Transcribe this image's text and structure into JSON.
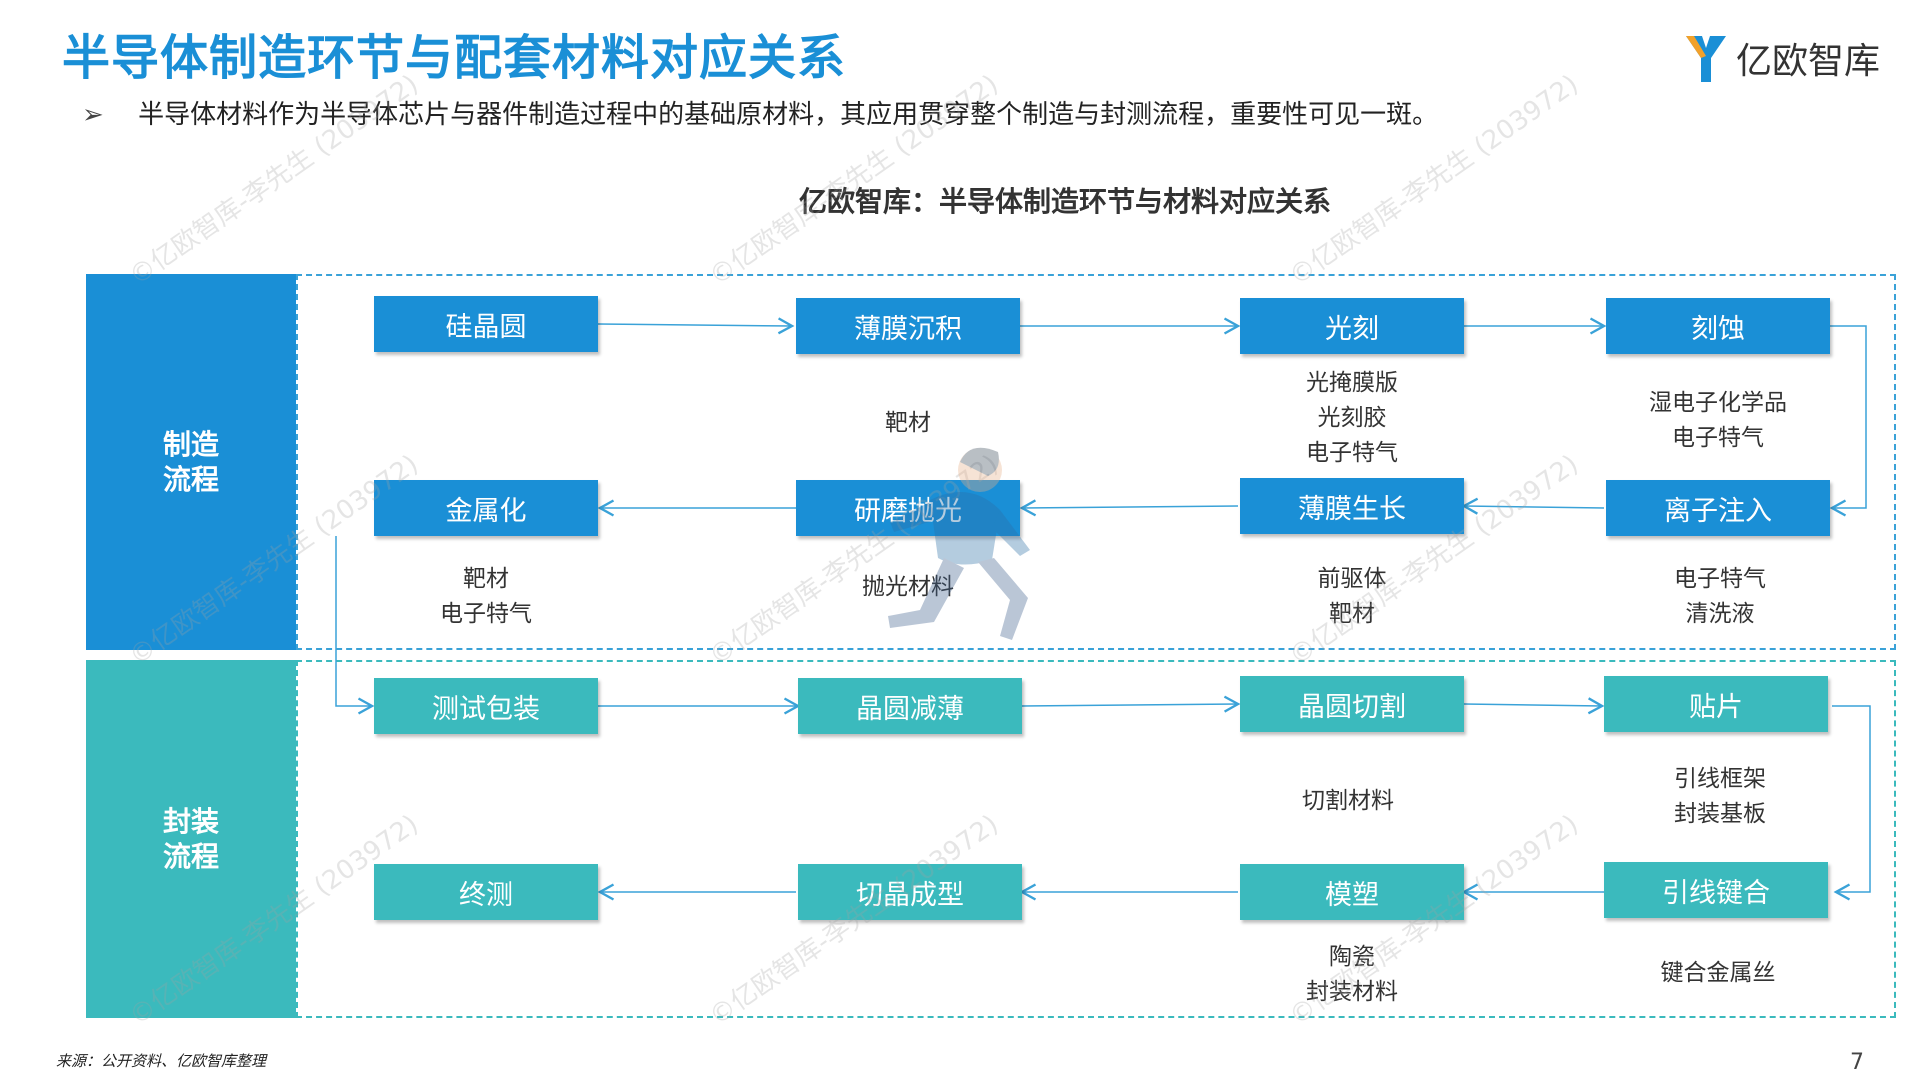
{
  "header": {
    "title": "半导体制造环节与配套材料对应关系",
    "logo_text": "亿欧智库",
    "bullet_marker": "➢",
    "bullet": "半导体材料作为半导体芯片与器件制造过程中的基础原材料，其应用贯穿整个制造与封测流程，重要性可见一斑。"
  },
  "diagram": {
    "title": "亿欧智库：半导体制造环节与材料对应关系",
    "sections": {
      "manufacturing": "制造\n流程",
      "packaging": "封装\n流程"
    },
    "steps": {
      "wafer": {
        "label": "硅晶圆",
        "materials": []
      },
      "thin_film": {
        "label": "薄膜沉积",
        "materials": [
          "靶材"
        ]
      },
      "lithography": {
        "label": "光刻",
        "materials": [
          "光掩膜版",
          "光刻胶",
          "电子特气"
        ]
      },
      "etch": {
        "label": "刻蚀",
        "materials": [
          "湿电子化学品",
          "电子特气"
        ]
      },
      "ion": {
        "label": "离子注入",
        "materials": [
          "电子特气",
          "清洗液"
        ]
      },
      "film_growth": {
        "label": "薄膜生长",
        "materials": [
          "前驱体",
          "靶材"
        ]
      },
      "cmp": {
        "label": "研磨抛光",
        "materials": [
          "抛光材料"
        ]
      },
      "metal": {
        "label": "金属化",
        "materials": [
          "靶材",
          "电子特气"
        ]
      },
      "test_pack": {
        "label": "测试包装",
        "materials": []
      },
      "thinning": {
        "label": "晶圆减薄",
        "materials": []
      },
      "dicing": {
        "label": "晶圆切割",
        "materials": [
          "切割材料"
        ]
      },
      "die_attach": {
        "label": "贴片",
        "materials": [
          "引线框架",
          "封装基板"
        ]
      },
      "wire_bond": {
        "label": "引线键合",
        "materials": [
          "键合金属丝"
        ]
      },
      "molding": {
        "label": "模塑",
        "materials": [
          "陶瓷",
          "封装材料"
        ]
      },
      "trim_form": {
        "label": "切晶成型",
        "materials": []
      },
      "final_test": {
        "label": "终测",
        "materials": []
      }
    }
  },
  "footer": {
    "source": "来源：公开资料、亿欧智库整理",
    "page": "7"
  },
  "watermark": "©亿欧智库-李先生 (203972)",
  "colors": {
    "accent_blue": "#1a8fd6",
    "accent_teal": "#3bbabd",
    "arrow": "#3aa2d8"
  }
}
